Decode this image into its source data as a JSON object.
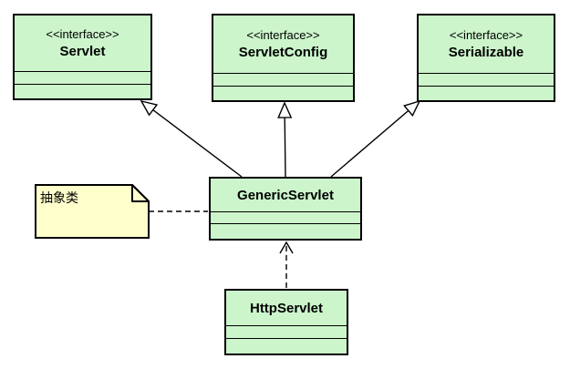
{
  "diagram": {
    "title": "Servlet class hierarchy UML diagram",
    "colors": {
      "class_fill": "#ccf5cc",
      "note_fill": "#ffffcc",
      "border": "#000000",
      "background": "#ffffff"
    },
    "classes": [
      {
        "id": "servlet",
        "stereotype": "<<interface>>",
        "name": "Servlet",
        "attributes": [],
        "operations": []
      },
      {
        "id": "servlet-config",
        "stereotype": "<<interface>>",
        "name": "ServletConfig",
        "attributes": [],
        "operations": []
      },
      {
        "id": "serializable",
        "stereotype": "<<interface>>",
        "name": "Serializable",
        "attributes": [],
        "operations": []
      },
      {
        "id": "generic-servlet",
        "stereotype": "",
        "name": "GenericServlet",
        "attributes": [],
        "operations": []
      },
      {
        "id": "http-servlet",
        "stereotype": "",
        "name": "HttpServlet",
        "attributes": [],
        "operations": []
      }
    ],
    "note": {
      "text": "抽象类",
      "attached_to": "GenericServlet"
    },
    "relationships": [
      {
        "from": "GenericServlet",
        "to": "Servlet",
        "type": "generalization",
        "line": "solid",
        "arrow": "hollow-triangle"
      },
      {
        "from": "GenericServlet",
        "to": "ServletConfig",
        "type": "generalization",
        "line": "solid",
        "arrow": "hollow-triangle"
      },
      {
        "from": "GenericServlet",
        "to": "Serializable",
        "type": "generalization",
        "line": "solid",
        "arrow": "hollow-triangle"
      },
      {
        "from": "HttpServlet",
        "to": "GenericServlet",
        "type": "dependency",
        "line": "dashed",
        "arrow": "open"
      },
      {
        "from": "note",
        "to": "GenericServlet",
        "type": "anchor",
        "line": "dashed",
        "arrow": "none"
      }
    ]
  }
}
